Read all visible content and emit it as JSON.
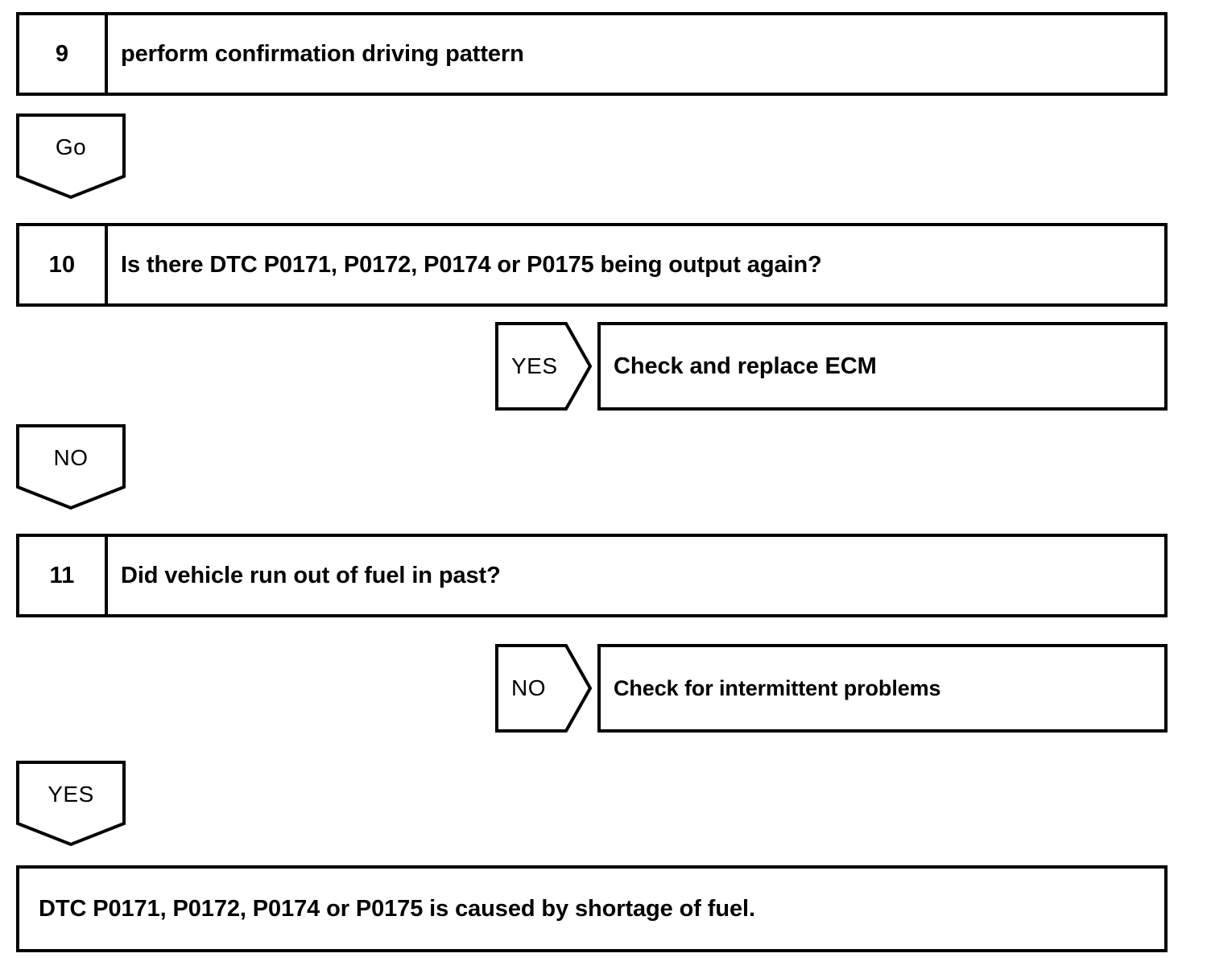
{
  "document": {
    "type": "diagnostic-flowchart",
    "stroke_color": "#000000",
    "background_color": "#ffffff"
  },
  "steps": [
    {
      "number": "9",
      "text": "perform confirmation driving pattern"
    },
    {
      "number": "10",
      "text": "Is there DTC P0171, P0172, P0174 or P0175 being output again?"
    },
    {
      "number": "11",
      "text": "Did vehicle run out of fuel in past?"
    }
  ],
  "connectors": {
    "go": "Go",
    "no_after_step10": "NO",
    "yes_after_step11": "YES"
  },
  "branches": [
    {
      "label": "YES",
      "result": "Check and replace ECM"
    },
    {
      "label": "NO",
      "result": "Check for intermittent problems"
    }
  ],
  "conclusion": {
    "text": "DTC P0171, P0172, P0174 or P0175 is caused by shortage of fuel."
  }
}
